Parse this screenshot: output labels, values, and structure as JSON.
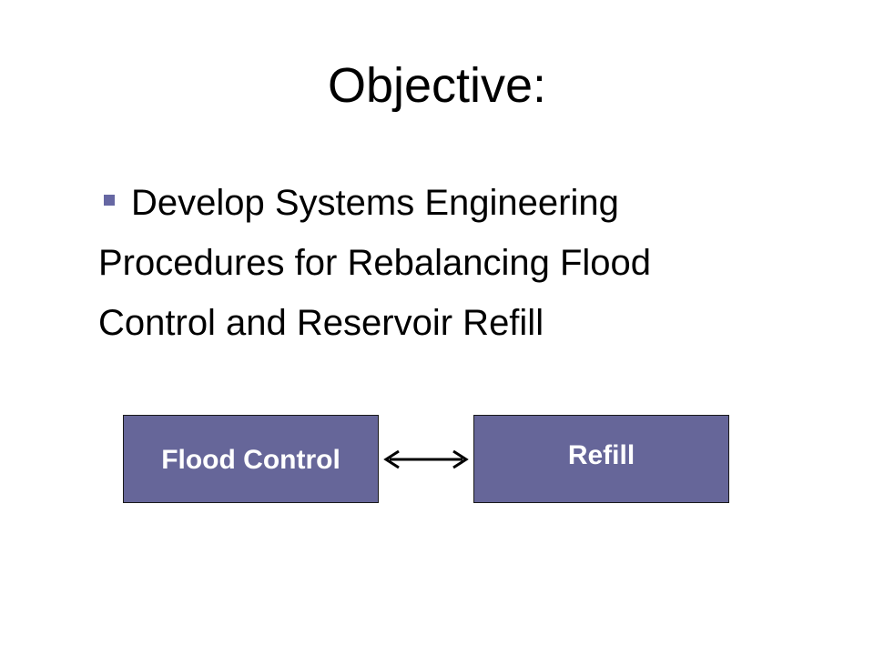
{
  "slide": {
    "title": "Objective:",
    "bullet_lines": [
      "Develop Systems Engineering",
      "Procedures for Rebalancing Flood",
      "Control and Reservoir Refill"
    ]
  },
  "diagram": {
    "left_box_label": "Flood Control",
    "right_box_label": "Refill",
    "connector": "bidirectional-arrow",
    "box_color": "#666699",
    "bullet_color": "#6667a3"
  }
}
